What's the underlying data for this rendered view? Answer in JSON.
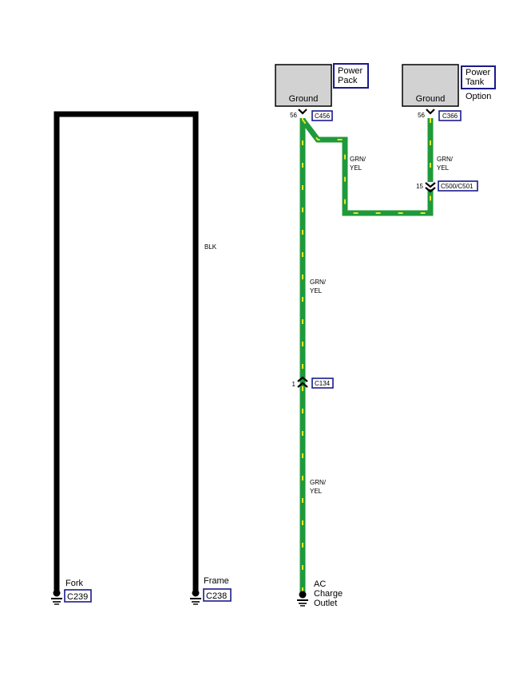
{
  "modules": {
    "power_pack": {
      "label": "Ground",
      "name": "Power Pack",
      "name_lines": [
        "Power",
        "Pack"
      ],
      "pin": "56",
      "connector": "C456"
    },
    "power_tank": {
      "label": "Ground",
      "name": "Power Tank",
      "name_lines": [
        "Power",
        "Tank"
      ],
      "option": "Option",
      "pin": "56",
      "connector": "C366"
    }
  },
  "connectors": {
    "c500": {
      "pin": "15",
      "label": "C500/C501"
    },
    "c134": {
      "pin": "1",
      "label": "C134"
    }
  },
  "wires": {
    "blk": "BLK",
    "grn_yel_1": [
      "GRN/",
      "YEL"
    ],
    "grn_yel_2": [
      "GRN/",
      "YEL"
    ],
    "grn_yel_3": [
      "GRN/",
      "YEL"
    ],
    "grn_yel_4": [
      "GRN/",
      "YEL"
    ]
  },
  "grounds": {
    "fork": {
      "name": "Fork",
      "connector": "C239"
    },
    "frame": {
      "name": "Frame",
      "connector": "C238"
    },
    "ac_outlet": {
      "name_lines": [
        "AC",
        "Charge",
        "Outlet"
      ],
      "name": "AC Charge Outlet"
    }
  },
  "colors": {
    "wire_green": "#1f9a3a",
    "wire_stripe": "#e6e62a",
    "wire_black": "#000000",
    "connector_box_border": "#1a1a8c",
    "module_fill": "#d2d2d2"
  }
}
